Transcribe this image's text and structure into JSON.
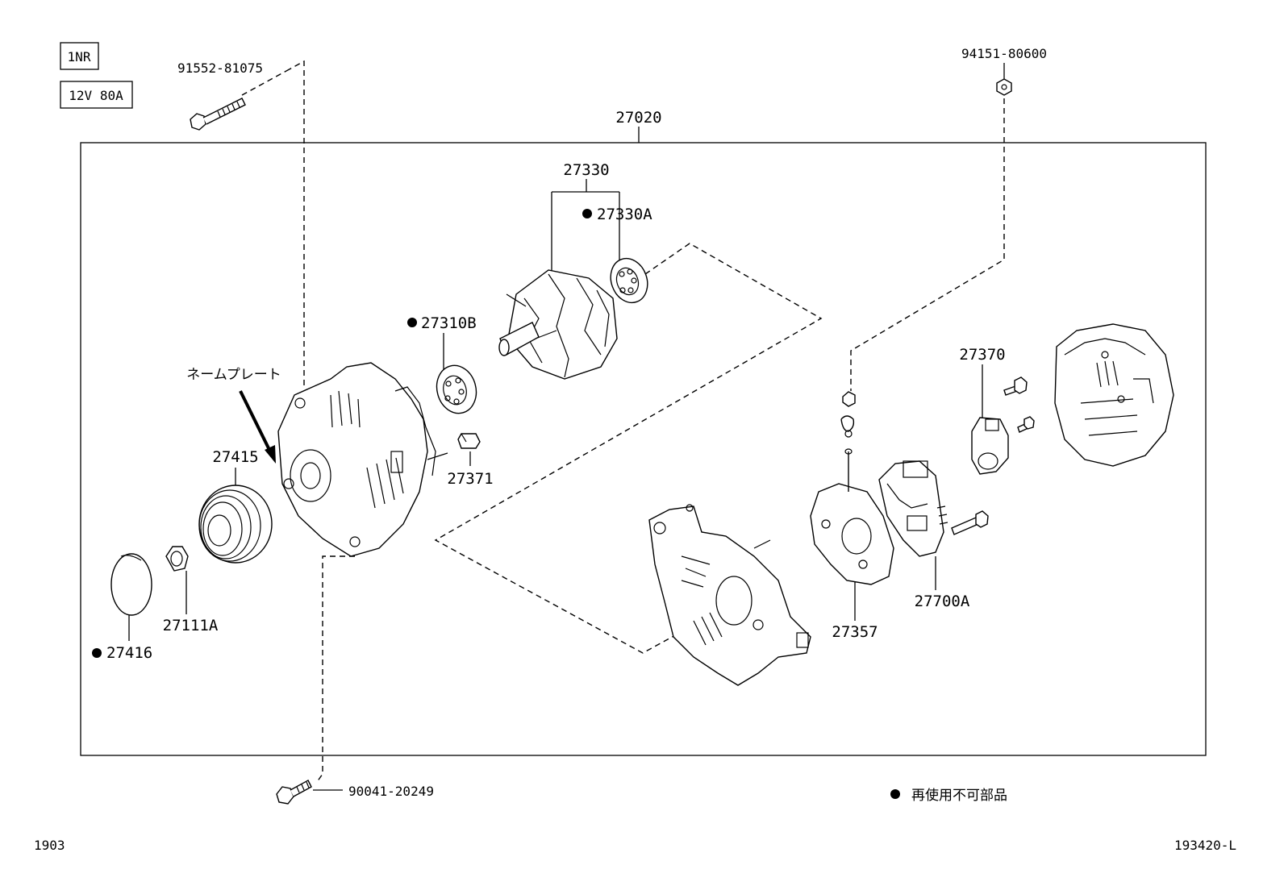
{
  "engine_code": "1NR",
  "alternator_spec": "12V 80A",
  "assembly_part": "27020",
  "bolts": {
    "top_left": "91552-81075",
    "top_right": "94151-80600",
    "bottom": "90041-20249"
  },
  "parts": {
    "rotor_group": "27330",
    "rotor_bearing": "27330A",
    "front_bearing": "27310B",
    "nameplate": "ネームプレート",
    "pulley": "27415",
    "insulator": "27371",
    "pulley_nut": "27111A",
    "pulley_cap": "27416",
    "terminal_insulator": "27370",
    "brush_holder": "27357",
    "regulator": "27700A"
  },
  "legend": {
    "symbol": "●",
    "text": "再使用不可部品"
  },
  "footer": {
    "left_code": "1903",
    "right_code": "193420-L"
  }
}
